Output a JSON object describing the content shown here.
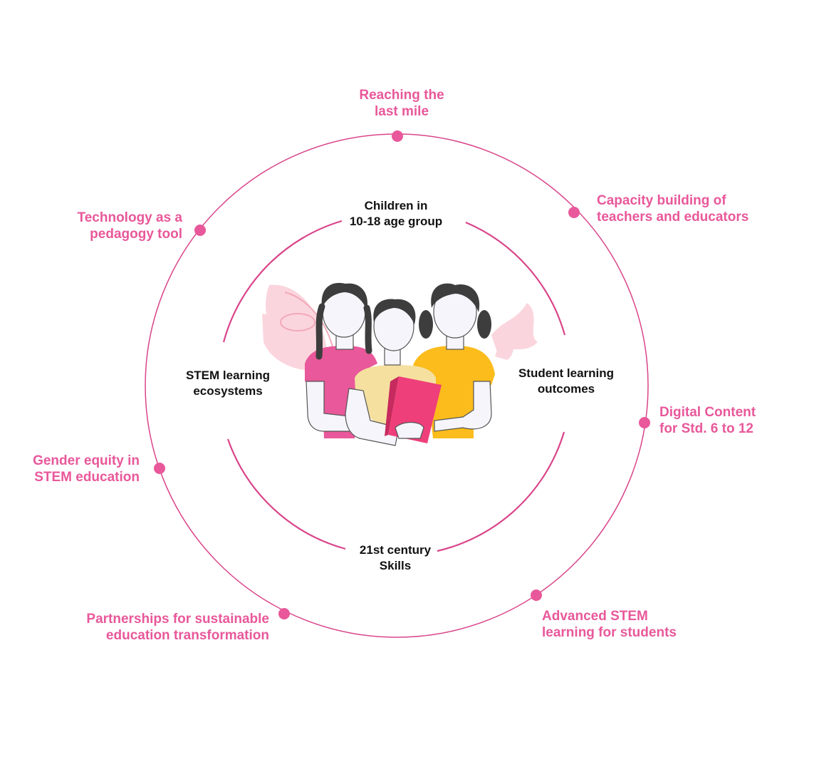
{
  "colors": {
    "accent": "#e8589a",
    "ring": "#d9458a",
    "dot": "#e8589a",
    "inner_text": "#111111",
    "shirt_left": "#e8589a",
    "shirt_mid": "#f5e0a0",
    "shirt_right": "#fbbc1c",
    "book": "#ef3f7a",
    "hair": "#3d3d3d",
    "leaf": "#fbd5dd"
  },
  "inner_labels": {
    "top": [
      "Children in",
      "10-18 age group"
    ],
    "left": [
      "STEM learning",
      "ecosystems"
    ],
    "right": [
      "Student learning",
      "outcomes"
    ],
    "bottom": [
      "21st century",
      "Skills"
    ]
  },
  "outer_labels": {
    "reaching": [
      "Reaching the",
      "last mile"
    ],
    "capacity": [
      "Capacity building of",
      "teachers and educators"
    ],
    "technology": [
      "Technology as a",
      "pedagogy tool"
    ],
    "digital": [
      "Digital Content",
      "for Std. 6 to 12"
    ],
    "gender": [
      "Gender equity in",
      "STEM education"
    ],
    "advanced": [
      "Advanced STEM",
      "learning for students"
    ],
    "partnerships": [
      "Partnerships for sustainable",
      "education transformation"
    ]
  },
  "illustration": {
    "icon": "three-students-illustration"
  }
}
